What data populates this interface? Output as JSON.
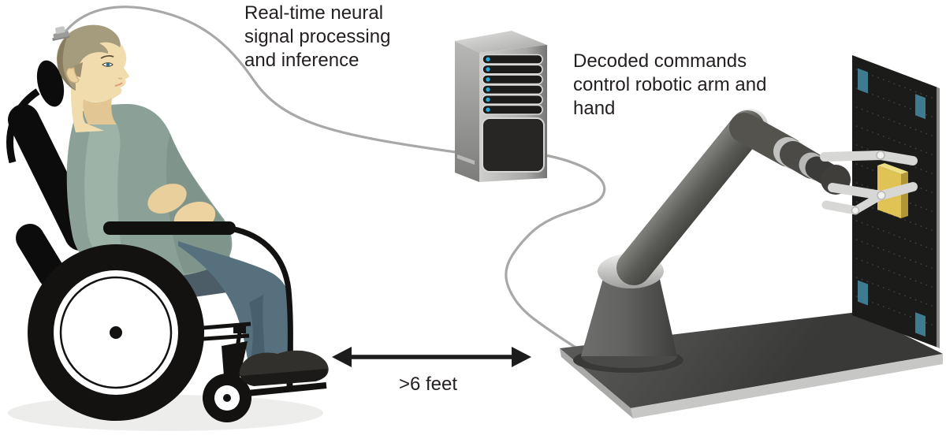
{
  "diagram": {
    "background": "#ffffff",
    "labels": {
      "processing": "Real-time neural signal processing and inference",
      "commands": "Decoded commands control robotic arm and hand",
      "distance": ">6 feet"
    },
    "elements": [
      {
        "name": "wheelchair-user",
        "description": "person seated in a wheelchair with a head-mounted neural connector"
      },
      {
        "name": "neural-cable",
        "description": "cable from the head connector to the processing computer"
      },
      {
        "name": "processing-server",
        "description": "computer tower with six LED drive bays and a lower panel"
      },
      {
        "name": "robot-cable",
        "description": "cable from the computer to the robotic arm base"
      },
      {
        "name": "distance-arrow",
        "description": "double-headed arrow marking the separation distance"
      },
      {
        "name": "robotic-arm",
        "description": "jointed robotic arm with gripper grasping a yellow block on a slotted board"
      }
    ],
    "colors": {
      "text": "#231f20",
      "cable": "#a8a8a6",
      "led": "#2ba7d7",
      "arrow": "#1c1c1c",
      "shirt": "#8ba197",
      "pants": "#57707e",
      "skin": "#f1dcae",
      "hair": "#a59b7d",
      "wheelchair_black": "#131211",
      "server_gray": "#b9b9b7",
      "arm_gray": "#55534e",
      "joint_gray": "#d7d7d5",
      "board_black": "#1b1b1a",
      "board_port_teal": "#3f7b90",
      "block_yellow": "#dfc455",
      "platform_gray": "#474745",
      "shadow": "#ededeb"
    }
  }
}
